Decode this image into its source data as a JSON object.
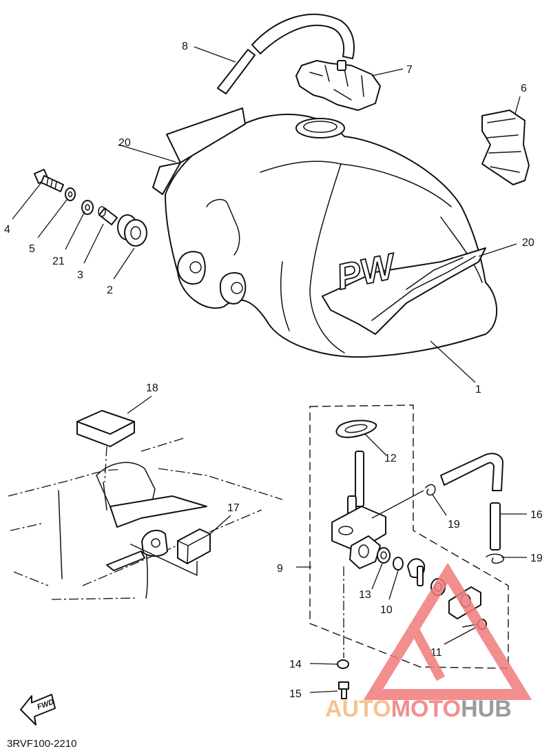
{
  "diagram": {
    "code": "3RVF100-2210",
    "fwd_label": "FWD",
    "tank_logo": "PW",
    "callouts": [
      {
        "id": "c1",
        "label": "1"
      },
      {
        "id": "c2",
        "label": "2"
      },
      {
        "id": "c3",
        "label": "3"
      },
      {
        "id": "c4",
        "label": "4"
      },
      {
        "id": "c5",
        "label": "5"
      },
      {
        "id": "c6",
        "label": "6"
      },
      {
        "id": "c7",
        "label": "7"
      },
      {
        "id": "c8",
        "label": "8"
      },
      {
        "id": "c9",
        "label": "9"
      },
      {
        "id": "c10",
        "label": "10"
      },
      {
        "id": "c11",
        "label": "11"
      },
      {
        "id": "c12",
        "label": "12"
      },
      {
        "id": "c13",
        "label": "13"
      },
      {
        "id": "c14",
        "label": "14"
      },
      {
        "id": "c15",
        "label": "15"
      },
      {
        "id": "c16",
        "label": "16"
      },
      {
        "id": "c17",
        "label": "17"
      },
      {
        "id": "c18",
        "label": "18"
      },
      {
        "id": "c19a",
        "label": "19"
      },
      {
        "id": "c19b",
        "label": "19"
      },
      {
        "id": "c20a",
        "label": "20"
      },
      {
        "id": "c20b",
        "label": "20"
      },
      {
        "id": "c21",
        "label": "21"
      }
    ]
  },
  "watermark": {
    "part1": "AUTO",
    "part2": "MOTO",
    "part3": "HUB",
    "color_primary": "#f07b7b",
    "color_secondary": "#f5b97a",
    "color_dark": "#8a8a8a"
  }
}
